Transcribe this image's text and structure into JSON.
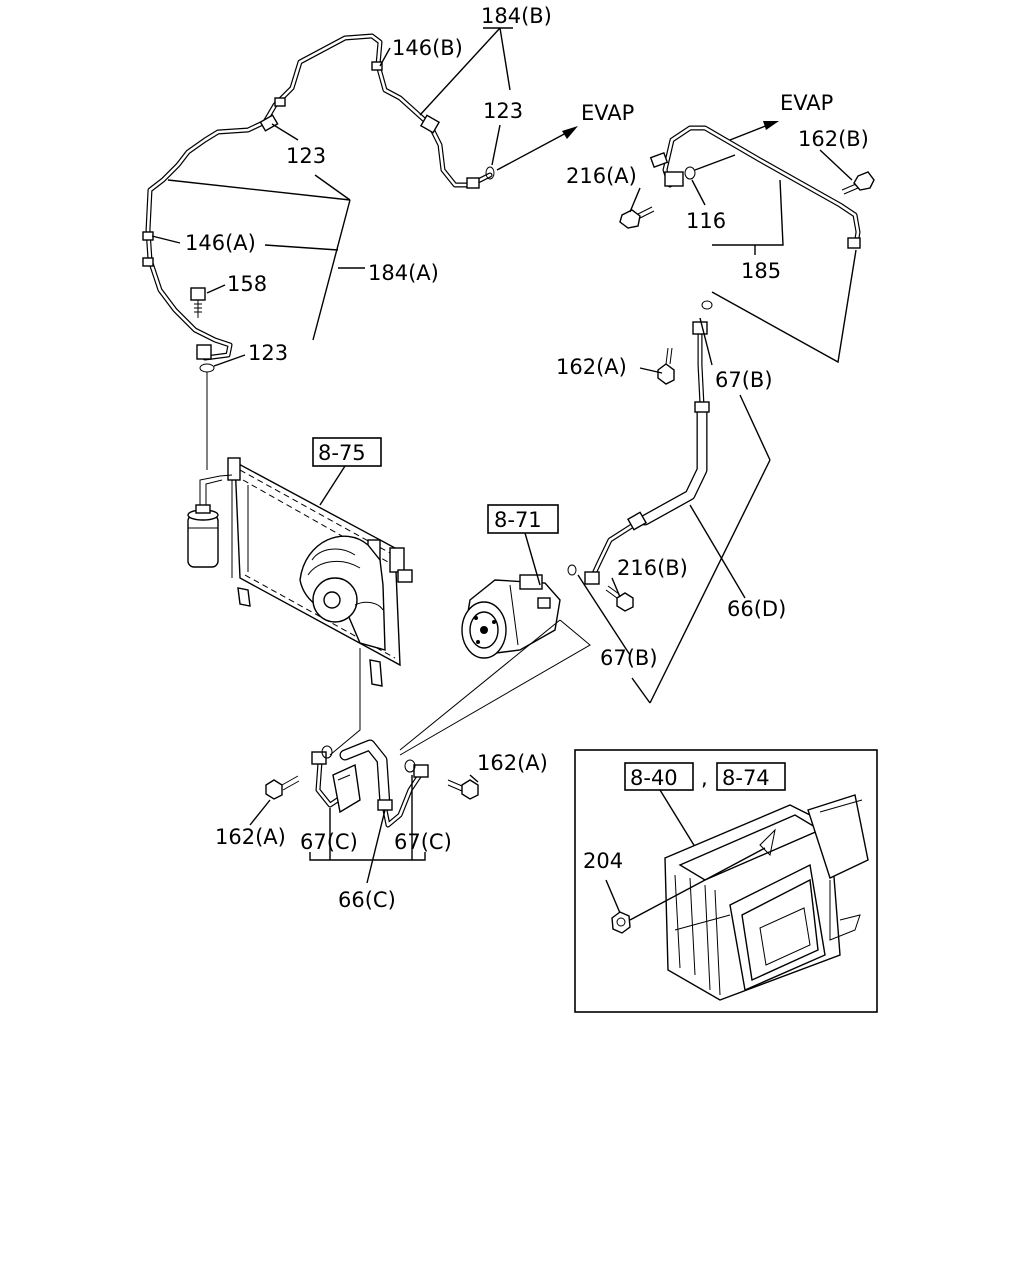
{
  "diagram": {
    "labels": {
      "p184B": "184(B)",
      "p146B": "146(B)",
      "p123_top": "123",
      "p123_upper": "123",
      "p146A": "146(A)",
      "p184A": "184(A)",
      "p158": "158",
      "p123_lower": "123",
      "evap1": "EVAP",
      "evap2": "EVAP",
      "p162B": "162(B)",
      "p216A": "216(A)",
      "p116": "116",
      "p185": "185",
      "p162A_mid": "162(A)",
      "p67B_upper": "67(B)",
      "p216B": "216(B)",
      "p66D": "66(D)",
      "p67B_lower": "67(B)",
      "p162A_right": "162(A)",
      "p162A_left": "162(A)",
      "p67C_left": "67(C)",
      "p67C_right": "67(C)",
      "p66C": "66(C)",
      "p204": "204",
      "comma": ","
    },
    "refs": {
      "ref875": "8-75",
      "ref871": "8-71",
      "ref840": "8-40",
      "ref874": "8-74"
    }
  }
}
